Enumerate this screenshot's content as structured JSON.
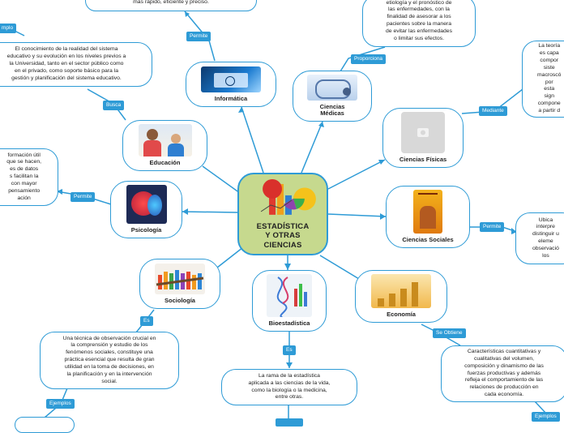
{
  "center": {
    "title_lines": [
      "ESTADÍSTICA",
      "Y OTRAS",
      "CIENCIAS"
    ]
  },
  "topics": {
    "informatica": "Informática",
    "ciencias_medicas": [
      "Ciencias",
      "Médicas"
    ],
    "ciencias_fisicas": "Ciencias Físicas",
    "ciencias_sociales": "Ciencias Sociales",
    "economia": "Economía",
    "bioestadistica": "Bioestadística",
    "sociologia": "Sociología",
    "psicologia": "Psicología",
    "educacion": "Educación"
  },
  "tags": {
    "permite_informatica": "Permite",
    "proporciona": "Proporciona",
    "mediante": "Mediante",
    "permite_sociales": "Permite",
    "se_obtiene": "Se Obtiene",
    "ejemplos_economia": "Ejemplos",
    "es_bio": "Es",
    "es_socio": "Es",
    "ejemplos_socio": "Ejemplos",
    "permite_psico": "Permite",
    "busca": "Busca",
    "ejemplo_top": "mplo"
  },
  "descriptions": {
    "informatica": [
      "más rápido, eficiente y preciso."
    ],
    "medicas": [
      "etiología y el pronóstico de",
      "las enfermedades, con la",
      "finalidad de asesorar a los",
      "pacientes sobre la manera",
      "de evitar las enfermedades",
      "o limitar sus efectos."
    ],
    "fisicas": [
      "La teoría",
      "es capa",
      "compor",
      "siste",
      "macroscó",
      "por",
      "esta",
      "sign",
      "compone",
      "a partir d"
    ],
    "sociales": [
      "Ubica",
      "interpre",
      "distinguir u",
      "eleme",
      "observació",
      "los"
    ],
    "economia": [
      "Características cuantitativas y",
      "cualitativas del volumen,",
      "composición y dinamismo de las",
      "fuerzas productivas y además",
      "refleja el comportamiento de las",
      "relaciones de producción en",
      "cada economía."
    ],
    "bioestadistica": [
      "La rama de la estadística",
      "aplicada a las ciencias de la vida,",
      "como la biología o la medicina,",
      "entre otras."
    ],
    "sociologia": [
      "Una técnica de observación crucial en",
      "la comprensión y estudio de los",
      "fenómenos sociales, constituye una",
      "práctica esencial que resulta de gran",
      "utilidad en la toma de decisiones, en",
      "la planificación y en la intervención",
      "social."
    ],
    "psicologia": [
      "formación útil",
      "que se hacen,",
      "es de datos",
      "s facilitan la",
      "con mayor",
      "pensamiento",
      "ación"
    ],
    "educacion": [
      "El conocimiento de la realidad del sistema",
      "educativo y su evolución en los niveles previos a",
      "la Universidad, tanto en el sector público como",
      "en el privado, como soporte básico para la",
      "gestión y planificación del sistema educativo."
    ]
  },
  "colors": {
    "link": "#2e9bd6",
    "center_fill": "#c6d98e"
  },
  "icons": [
    "statistics-chart-icon",
    "laptop-icon",
    "stethoscope-icon",
    "camera-placeholder-icon",
    "book-cover-icon",
    "coins-chart-icon",
    "dna-icon",
    "people-chain-icon",
    "brain-icon",
    "teacher-child-icon"
  ]
}
